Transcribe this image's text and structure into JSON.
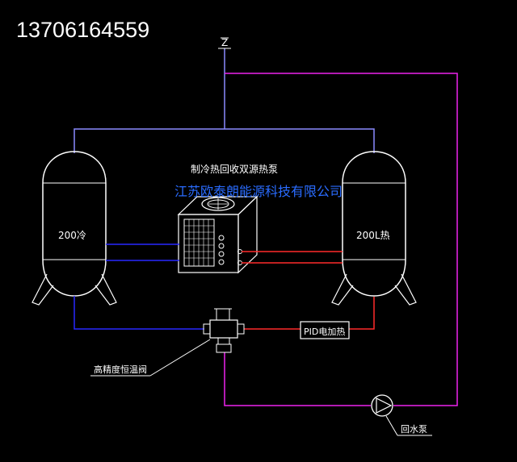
{
  "phone": "13706164559",
  "labels": {
    "inlet": "Z",
    "heat_pump": "制冷热回收双源热泵",
    "watermark": "江苏欧泰朗能源科技有限公司",
    "cold_tank": "200冷",
    "hot_tank": "200L热",
    "pid_heater": "PID电加热",
    "thermostatic_valve": "高精度恒温阀",
    "return_pump": "回水泵"
  },
  "colors": {
    "background": "#000000",
    "cold_pipe": "#2929ff",
    "hot_pipe": "#ff2a2a",
    "return_pipe": "#ee22ee",
    "supply_pipe": "#8a8aff",
    "equipment": "#ffffff",
    "watermark": "#2a6cff"
  }
}
